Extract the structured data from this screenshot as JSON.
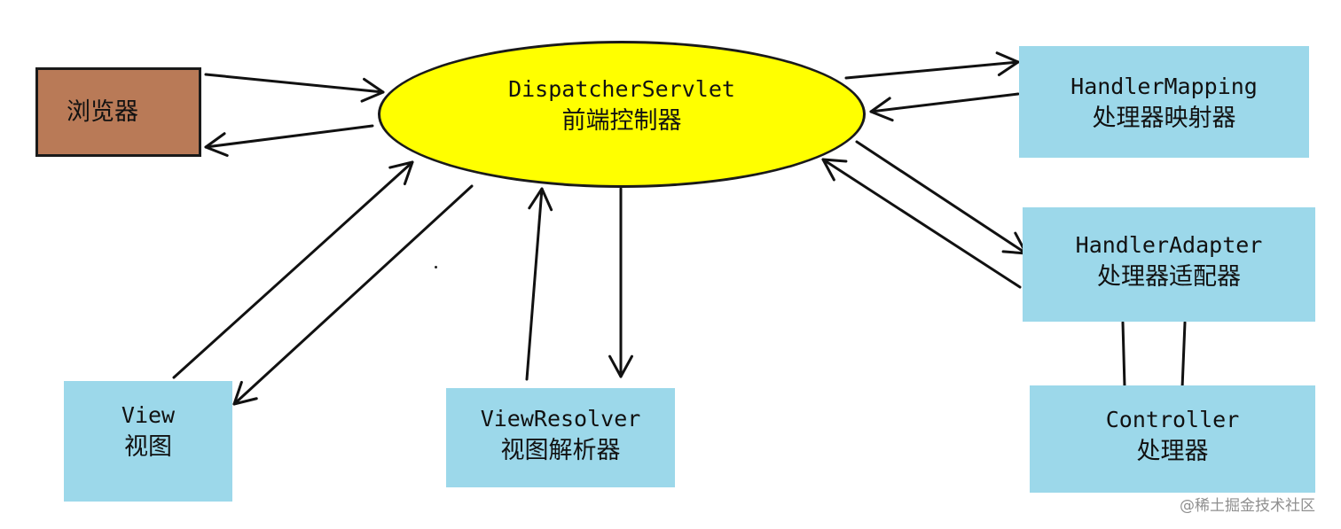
{
  "nodes": {
    "browser": {
      "zh": "浏览器"
    },
    "dispatcher": {
      "en": "DispatcherServlet",
      "zh": "前端控制器"
    },
    "handler_mapping": {
      "en": "HandlerMapping",
      "zh": "处理器映射器"
    },
    "handler_adapter": {
      "en": "HandlerAdapter",
      "zh": "处理器适配器"
    },
    "controller": {
      "en": "Controller",
      "zh": "处理器"
    },
    "view": {
      "en": "View",
      "zh": "视图"
    },
    "view_resolver": {
      "en": "ViewResolver",
      "zh": "视图解析器"
    }
  },
  "edges": [
    {
      "from": "browser",
      "to": "dispatcher"
    },
    {
      "from": "dispatcher",
      "to": "browser"
    },
    {
      "from": "dispatcher",
      "to": "handler_mapping"
    },
    {
      "from": "handler_mapping",
      "to": "dispatcher"
    },
    {
      "from": "dispatcher",
      "to": "handler_adapter"
    },
    {
      "from": "handler_adapter",
      "to": "dispatcher"
    },
    {
      "from": "handler_adapter",
      "to": "controller",
      "style": "plain-lines"
    },
    {
      "from": "view",
      "to": "dispatcher"
    },
    {
      "from": "dispatcher",
      "to": "view"
    },
    {
      "from": "view_resolver",
      "to": "dispatcher"
    },
    {
      "from": "dispatcher",
      "to": "view_resolver"
    }
  ],
  "watermark": "@稀土掘金技术社区",
  "colors": {
    "browser_fill": "#b97a57",
    "dispatcher_fill": "#ffff00",
    "box_fill": "#9cd8ea",
    "line": "#111111"
  }
}
